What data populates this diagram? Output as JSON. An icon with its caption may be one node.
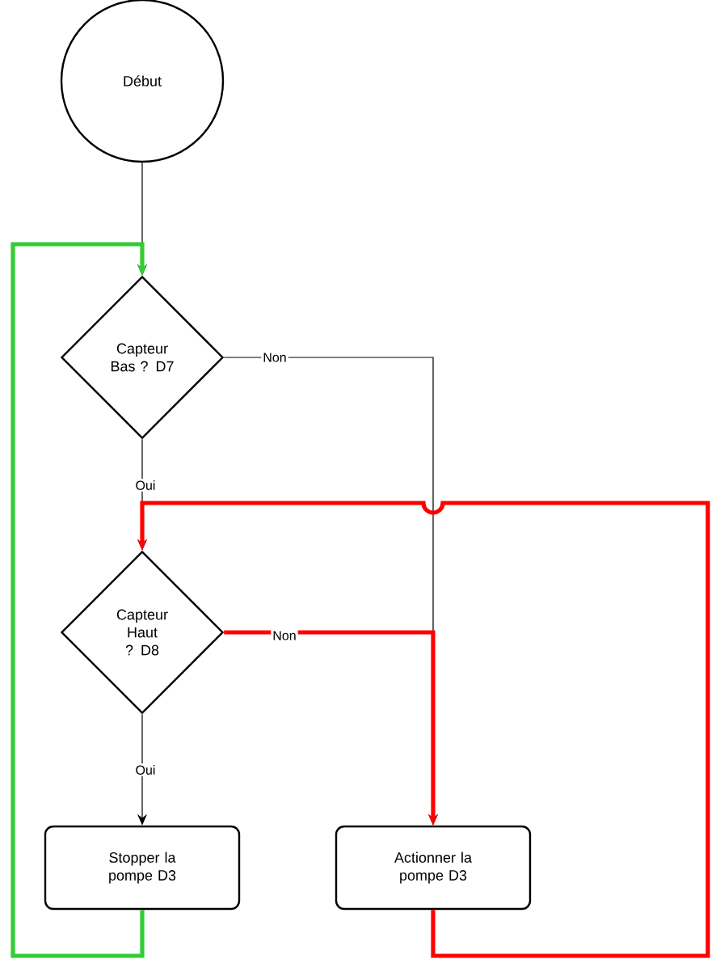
{
  "diagram": {
    "nodes": [
      {
        "text": [
          "Début"
        ]
      },
      {
        "text": [
          "Capteur Bas ? D7"
        ]
      },
      {
        "text": [
          "Capteur Haut ? D8"
        ]
      },
      {
        "text": [
          "Stopper la pompe D3"
        ]
      },
      {
        "text": [
          "Actionner la pompe D3"
        ]
      }
    ],
    "edges": [
      {
        "from": 0,
        "to": 1,
        "arrow": "to"
      },
      {
        "from": 1,
        "to": 2,
        "arrow": "to",
        "label": "Oui"
      },
      {
        "from": 1,
        "to": 4,
        "arrow": "to",
        "label": "Non"
      },
      {
        "from": 2,
        "to": 3,
        "arrow": "to",
        "label": "Oui"
      },
      {
        "from": 2,
        "to": 4,
        "arrow": "to",
        "label": "Non",
        "style": "thick",
        "color": "#ff0000"
      },
      {
        "from": 3,
        "to": 1,
        "arrow": "to",
        "style": "thick",
        "color": "#33cc33"
      },
      {
        "from": 4,
        "to": 2,
        "arrow": "to",
        "style": "thick",
        "color": "#ff0000"
      }
    ]
  }
}
